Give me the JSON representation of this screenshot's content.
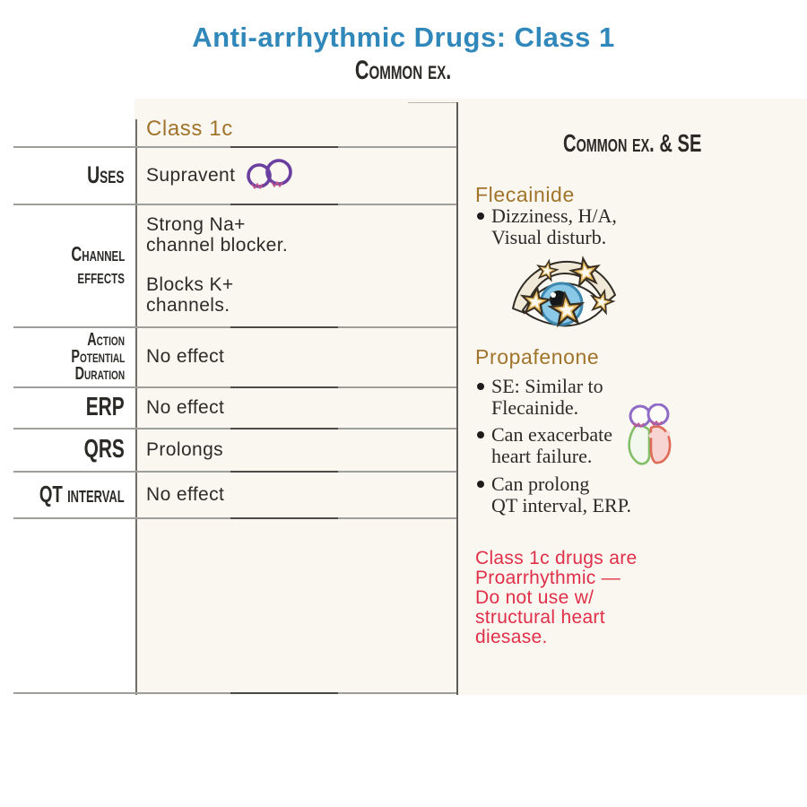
{
  "title": "Anti-arrhythmic Drugs: Class 1",
  "subtitle": "Common ex.",
  "table": {
    "column_header": "Class 1c",
    "uses": {
      "label": "Uses",
      "value": "Supravent",
      "icon": "supraventricular-doodle-icon"
    },
    "channel_effects": {
      "label_lines": [
        "Channel",
        "effects"
      ],
      "value_lines": [
        "Strong Na+",
        "channel blocker.",
        "Blocks K+",
        "channels."
      ]
    },
    "action_potential_duration": {
      "label_lines": [
        "Action",
        "Potential",
        "Duration"
      ],
      "value": "No effect"
    },
    "erp": {
      "label": "ERP",
      "value": "No effect"
    },
    "qrs": {
      "label": "QRS",
      "value": "Prolongs"
    },
    "qt_interval": {
      "label": "QT interval",
      "value": "No effect"
    }
  },
  "side_panel": {
    "header": "Common ex. & SE",
    "flecainide": {
      "name": "Flecainide",
      "bullet_lines": [
        "Dizziness, H/A,",
        "Visual disturb."
      ],
      "icon": "eye-with-stars-icon"
    },
    "propafenone": {
      "name": "Propafenone",
      "bullets": [
        {
          "lines": [
            "SE: Similar to",
            "Flecainide."
          ]
        },
        {
          "lines": [
            "Can exacerbate",
            "heart failure."
          ]
        },
        {
          "lines": [
            "Can prolong",
            "QT interval, ERP."
          ]
        }
      ],
      "icon": "heart-doodle-icon"
    },
    "warning_lines": [
      "Class 1c drugs are",
      "Proarrhythmic —",
      "Do not use w/",
      "structural heart",
      "diesase."
    ]
  },
  "colors": {
    "title_blue": "#2f87ba",
    "accent_gold": "#a1742c",
    "warning_red": "#e02f48",
    "panel_cream": "#faf7f1",
    "text_dark": "#2d2b28",
    "doodle_purple": "#6b3fa0",
    "doodle_pink": "#c2568c",
    "iris_blue": "#8ac8e8",
    "star_gold": "#e6b95e",
    "ventricle_green": "#84bf68",
    "ventricle_red": "#dd6b57"
  }
}
